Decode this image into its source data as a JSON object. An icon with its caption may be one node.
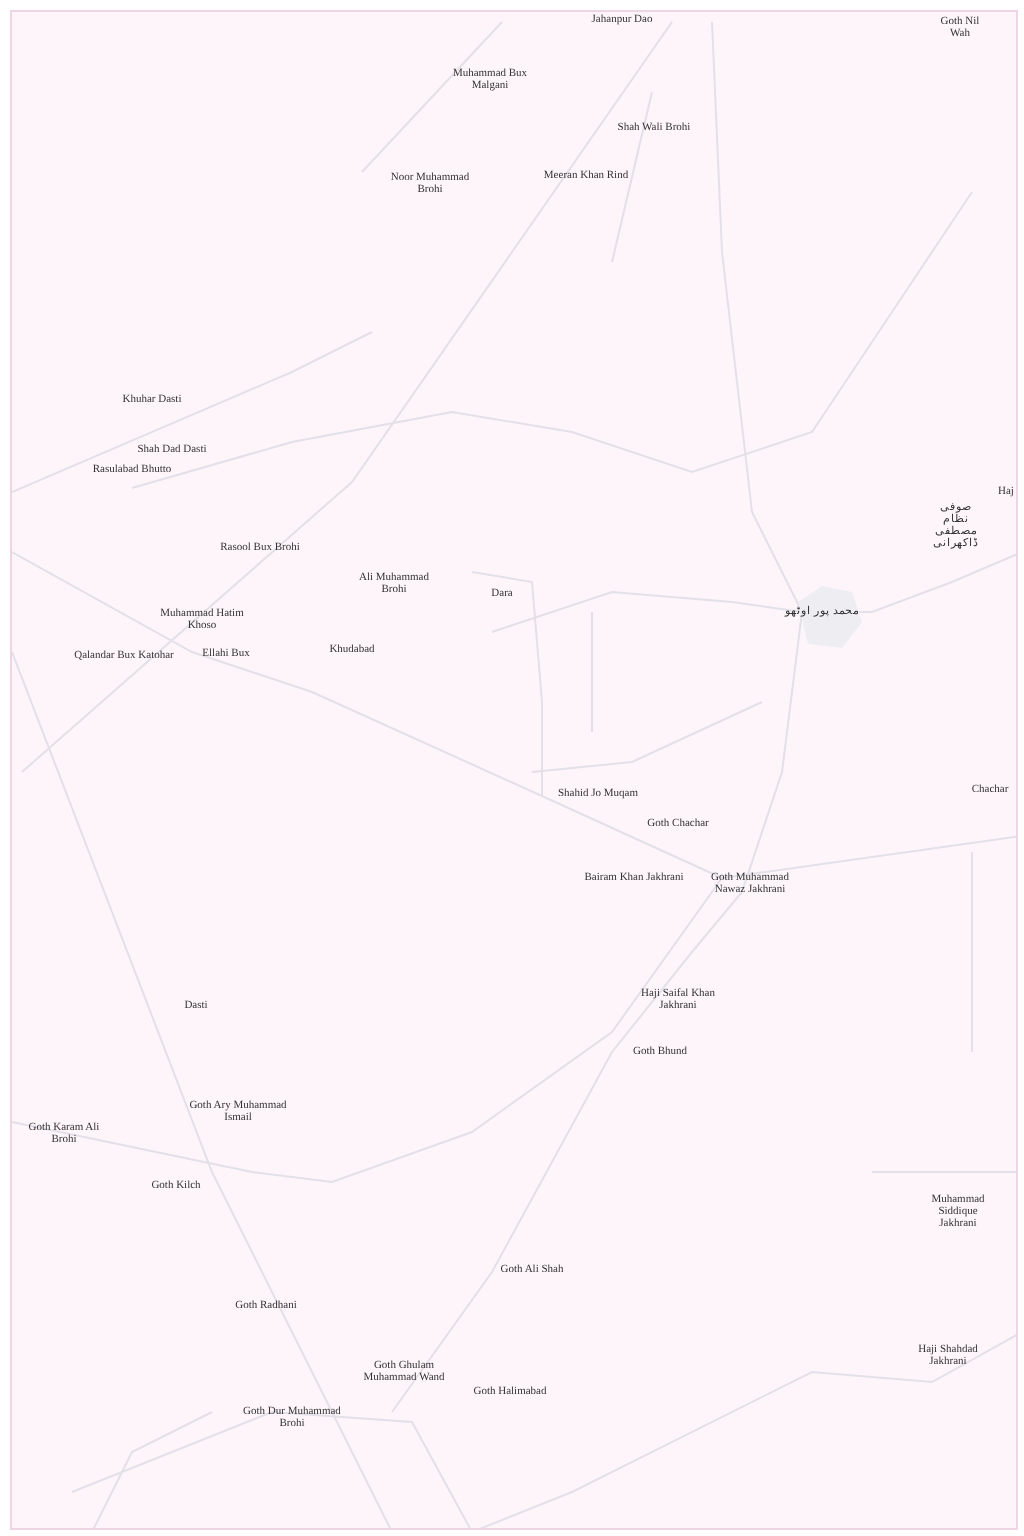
{
  "diagram": {
    "labels": [
      "Jahanpur Dao",
      "Goth Nil Wah",
      "Muhammad Bux Malgani",
      "Shah Wali Brohi",
      "Noor Muhammad Brohi",
      "Meeran Khan Rind",
      "Khuhar Dasti",
      "Shah Dad Dasti",
      "Rasulabad Bhutto",
      "Haj",
      "صوفی نظام مصطفی ڈاکھرانی",
      "Rasool Bux Brohi",
      "Ali Muhammad Brohi",
      "Dara",
      "محمد پور اوٹھو",
      "Muhammad Hatim Khoso",
      "Qalandar Bux Katohar",
      "Ellahi Bux",
      "Khudabad",
      "Shahid Jo Muqam",
      "Chachar",
      "Goth Chachar",
      "Bairam Khan Jakhrani",
      "Goth Muhammad Nawaz Jakhrani",
      "Dasti",
      "Haji Saifal Khan Jakhrani",
      "Goth Bhund",
      "Goth Ary Muhammad Ismail",
      "Goth Karam Ali Brohi",
      "Goth Kilch",
      "Muhammad Siddique Jakhrani",
      "Goth Ali Shah",
      "Goth Radhani",
      "Haji Shahdad Jakhrani",
      "Goth Ghulam Muhammad Wand",
      "Goth Halimabad",
      "Goth Dur Muhammad Brohi"
    ]
  }
}
